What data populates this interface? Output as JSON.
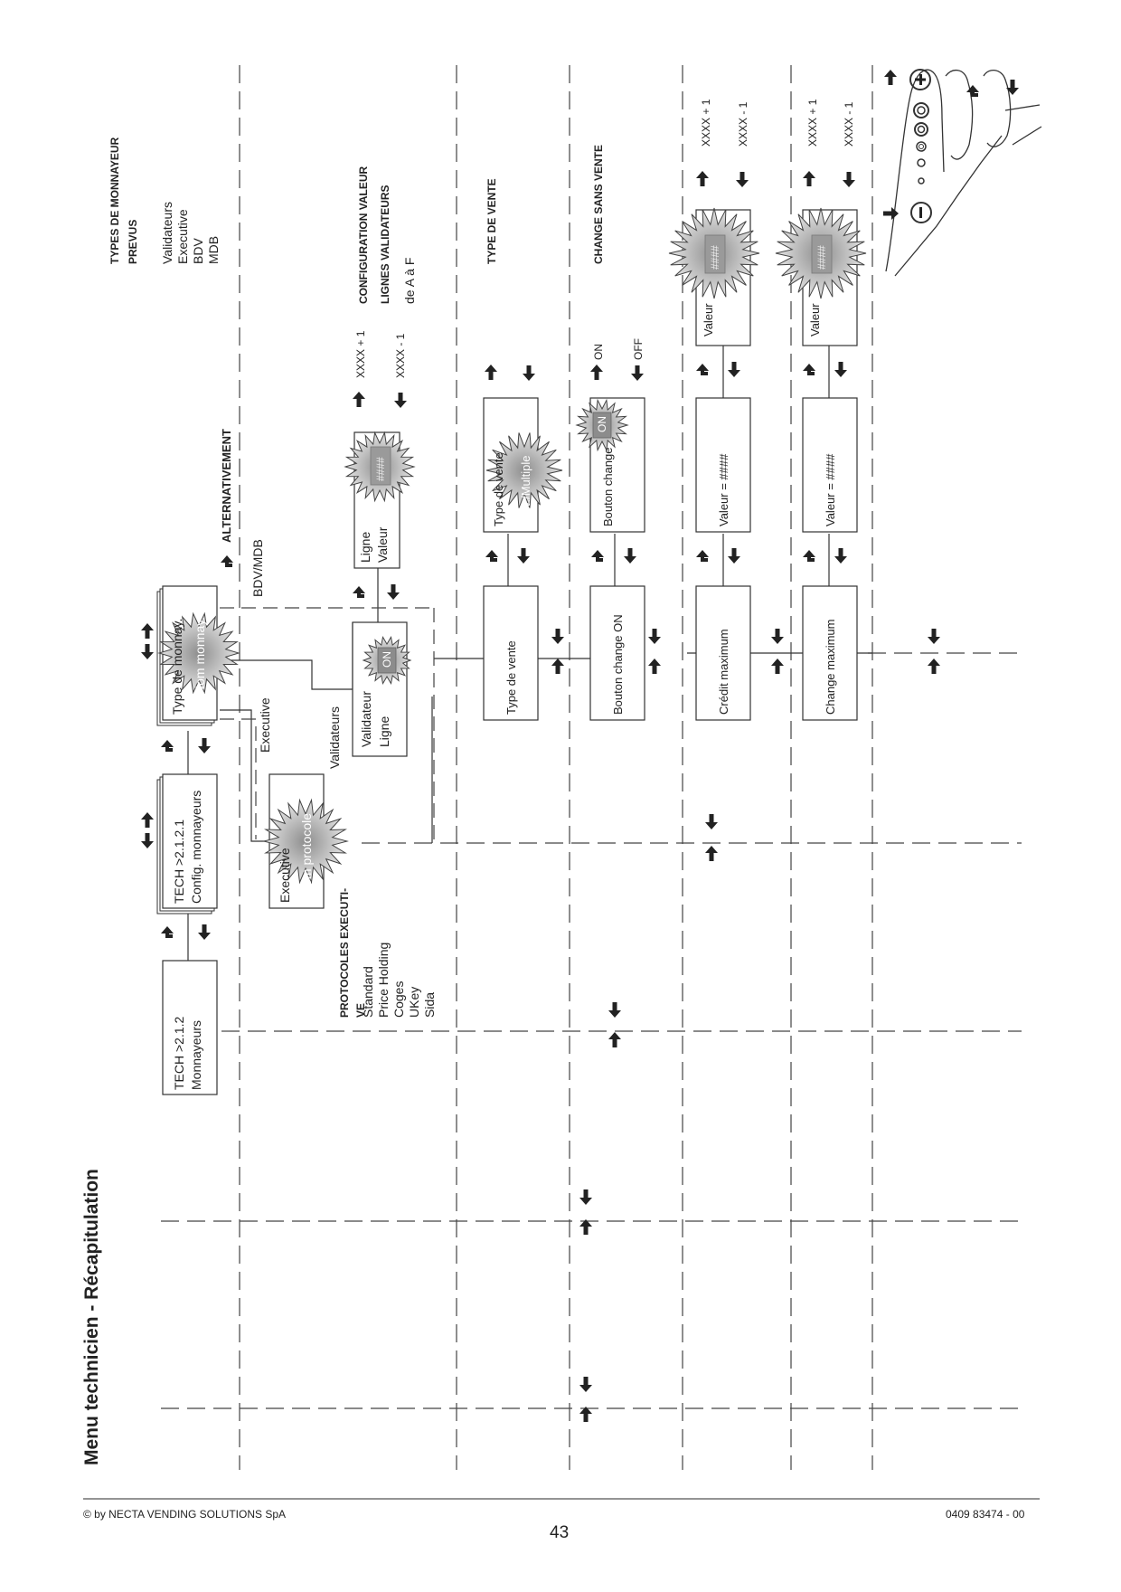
{
  "title": "Menu technicien - Récapitulation",
  "footer": {
    "copyright": "© by NECTA VENDING SOLUTIONS SpA",
    "page_number": "43",
    "doc_code": "0409 83474 - 00"
  },
  "boxes": {
    "monnayeurs": [
      "TECH >2.1.2",
      "Monnayeurs"
    ],
    "config": [
      "TECH >2.1.2.1",
      "Config. monnayeurs"
    ],
    "type_monnayeur": [
      "Type de monnay.",
      "Nom monnay."
    ],
    "executive": [
      "Executive",
      "Nom protocole"
    ],
    "validateur": [
      "Validateur",
      "Ligne"
    ],
    "validateur_on": "ON",
    "ligne_valeur": [
      "Ligne",
      "Valeur"
    ],
    "hash": "####",
    "type_vente": "Type de vente",
    "type_vente_indiv": [
      "Type de vente",
      "Indiv./Multiple"
    ],
    "bouton_change_on": "Bouton change ON",
    "bouton_change": "Bouton change",
    "bouton_change_val": "ON",
    "credit_maximum": "Crédit maximum",
    "valeur_hash": "Valeur = ####",
    "valeur": "Valeur",
    "change_maximum": "Change maximum"
  },
  "labels": {
    "executive": "Executive",
    "validateurs": "Validateurs",
    "bdv_mdb": "BDV/MDB",
    "alternativement": "Alternativement",
    "xxxx_plus": "XXXX + 1",
    "xxxx_minus": "XXXX - 1",
    "on": "ON",
    "off": "OFF"
  },
  "sections": {
    "types_monnayeur": {
      "heading": [
        "Types de monnayeur",
        "prevus"
      ],
      "items": [
        "Validateurs",
        "Executive",
        "BDV",
        "MDB"
      ]
    },
    "config_valeur": {
      "heading": [
        "Configuration valeur",
        "lignes validateurs"
      ],
      "items": [
        "de A à F"
      ]
    },
    "type_vente": {
      "heading": "Type de vente"
    },
    "change_sans_vente": {
      "heading": "Change sans vente"
    },
    "protocoles": {
      "heading": [
        "Protocoles Executi-",
        "ve"
      ],
      "items": [
        "Standard",
        "Price Holding",
        "Coges",
        "UKey",
        "Sida"
      ]
    }
  },
  "icons": [
    "arrow-left-icon",
    "arrow-right-icon",
    "arrow-up-icon",
    "arrow-down-icon",
    "enter-icon",
    "exit-icon",
    "keypad-hand-icon"
  ]
}
